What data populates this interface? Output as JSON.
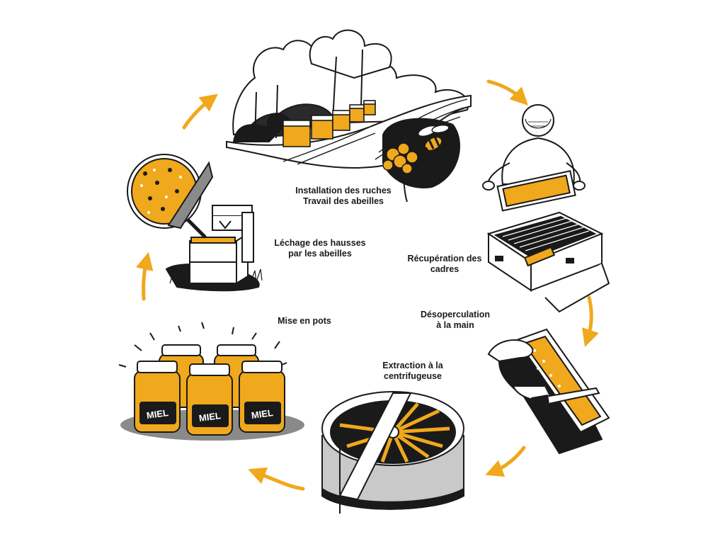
{
  "colors": {
    "accent": "#f0a81c",
    "ink": "#1a1a1a",
    "grey": "#8a8a8a",
    "light_grey": "#c9c9c9",
    "paper": "#ffffff"
  },
  "steps": [
    {
      "id": "installation",
      "lines": [
        "Installation des ruches",
        "Travail des abeilles"
      ]
    },
    {
      "id": "recuperation",
      "lines": [
        "Récupération des",
        "cadres"
      ]
    },
    {
      "id": "desoperculation",
      "lines": [
        "Désoperculation",
        "à la main"
      ]
    },
    {
      "id": "extraction",
      "lines": [
        "Extraction à la",
        "centrifugeuse"
      ]
    },
    {
      "id": "mise-en-pots",
      "lines": [
        "Mise en pots"
      ]
    },
    {
      "id": "lechage",
      "lines": [
        "Léchage des hausses",
        "par les abeilles"
      ]
    }
  ],
  "jar_label": "MIEL",
  "icons": [
    "cycle-arrow-icon",
    "bee-icon",
    "beehive-icon",
    "beekeeper-icon",
    "honey-frame-icon",
    "knife-icon",
    "centrifuge-icon",
    "honey-jar-icon",
    "magnifier-icon",
    "tree-icon"
  ]
}
